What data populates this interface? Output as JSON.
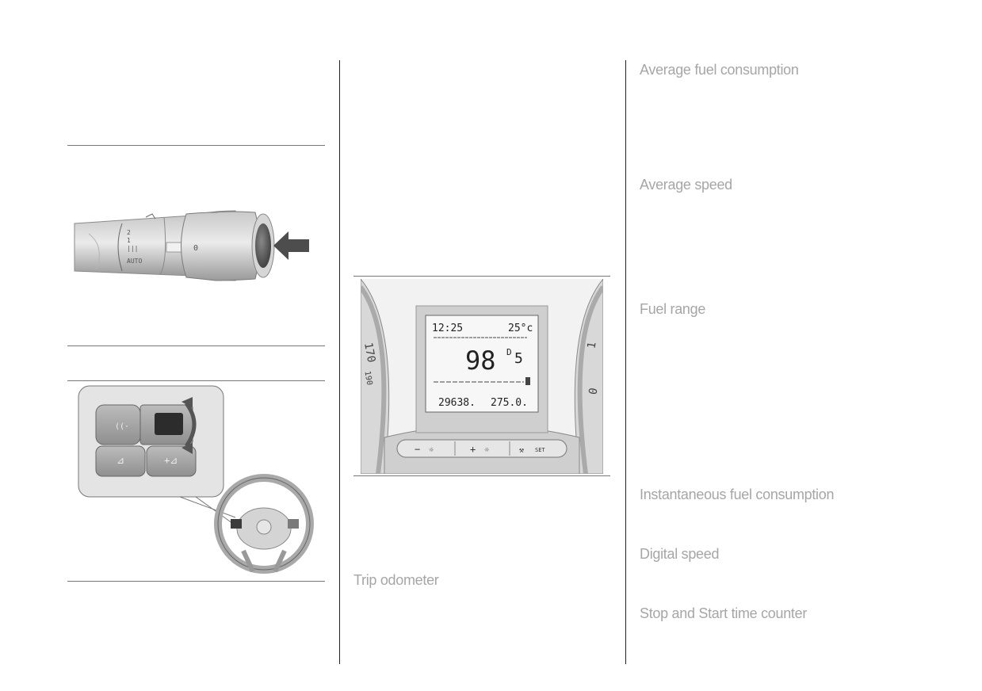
{
  "headings": {
    "trip_odometer": "Trip odometer",
    "avg_fuel": "Average fuel consumption",
    "avg_speed": "Average speed",
    "fuel_range": "Fuel range",
    "inst_fuel": "Instantaneous fuel consumption",
    "digital_speed": "Digital speed",
    "stop_start": "Stop and Start time counter"
  },
  "stalk": {
    "positions": [
      "2",
      "1",
      "|||",
      "AUTO"
    ],
    "ring_position": "0"
  },
  "cluster": {
    "gauge_left": [
      "170",
      "190"
    ],
    "gauge_right": [
      "1",
      "0"
    ],
    "time": "12:25",
    "temperature": "25°c",
    "gear_number": "98",
    "gear_letter": "D",
    "gear_alt": "5",
    "odometer": "29638.",
    "trip": "275.0.",
    "buttons": {
      "minus": "−",
      "plus": "+",
      "set": "SET"
    }
  }
}
